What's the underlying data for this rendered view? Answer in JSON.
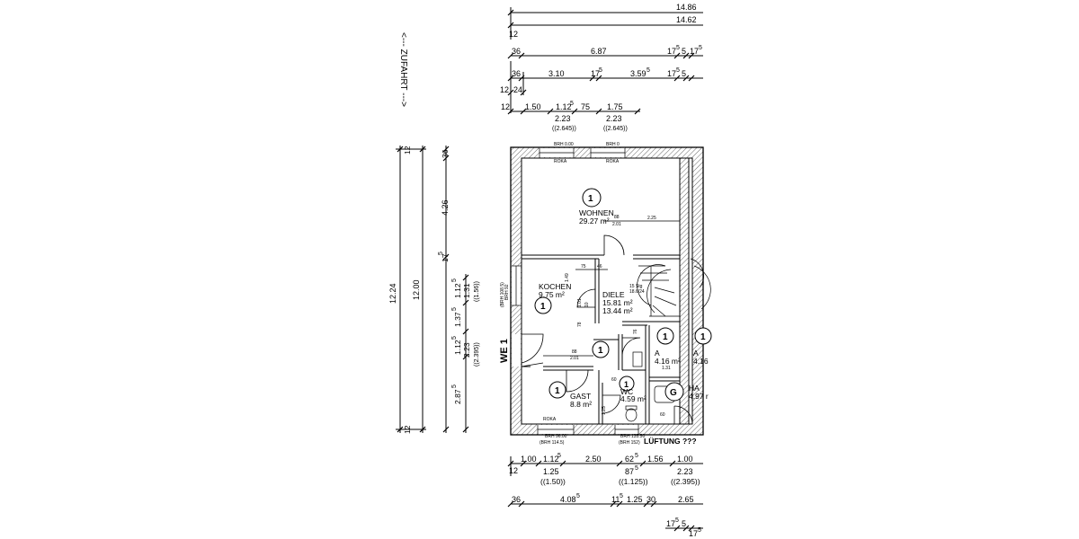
{
  "access": {
    "label": "<--- ZUFAHRT --->"
  },
  "top_dims": {
    "overall_1": "14.86",
    "overall_2": "14.62",
    "row1": [
      "36",
      "6.87",
      "17",
      "5",
      "5",
      "17",
      "5"
    ],
    "row2": [
      "36",
      "3.10",
      "17",
      "5",
      "3.59",
      "5",
      "17",
      "5",
      "5"
    ],
    "side_small": [
      "12",
      "12",
      "24"
    ],
    "row3": [
      "12",
      "1.50",
      "1.12",
      "5",
      "75",
      "1.75"
    ],
    "window_widths": [
      "2.23",
      "2.23"
    ],
    "window_heights": [
      "((2.645))",
      "((2.645))"
    ]
  },
  "left_dims": {
    "overall_1": "12.24",
    "overall_2": "12.00",
    "small_top": "12",
    "small_bottom": "12",
    "segments": [
      "36",
      "4.26",
      "17",
      "5",
      "1.12",
      "5",
      "1.31",
      "((1.56))",
      "1.37",
      "5",
      "1.12",
      "5",
      "2.23",
      "((2.395))",
      "2.87",
      "5"
    ]
  },
  "unit": {
    "label": "WE 1"
  },
  "rooms": [
    {
      "number": "1",
      "name": "WOHNEN",
      "area": "29.27 m²"
    },
    {
      "number": "1",
      "name": "KOCHEN",
      "area": "9.75 m²"
    },
    {
      "number": "1",
      "name": "DIELE",
      "area": "15.81 m²",
      "area2": "13.44 m²"
    },
    {
      "number": "1",
      "name": "GAST",
      "area": "8.8 m²"
    },
    {
      "number": "1",
      "name": "WC",
      "area": "4.59 m²"
    },
    {
      "number": "1",
      "name": "A",
      "area": "4.16 m²"
    },
    {
      "number": "1",
      "name": "A",
      "area": "4.16"
    },
    {
      "number": "G",
      "name": "HA",
      "area": "4.97 r"
    }
  ],
  "annotations": {
    "brh_top": [
      "BRH 0.00",
      "BRH 0"
    ],
    "roka": "ROKA",
    "brh_left": "BRH 92",
    "brh_left2": "(BRH 108.5)",
    "brh_bottom": [
      "BRH 96.00",
      "(BRH 114.5)",
      "BRH 135.50",
      "(BRH 152)"
    ],
    "lueftung": "LÜFTUNG  ???",
    "stairs": [
      "15 Stg",
      "18.6/24"
    ],
    "openings": [
      "88",
      "2.01",
      "2.25",
      "75",
      "46",
      "1.49",
      "88",
      "2.01",
      "60",
      "1.25",
      "1.31",
      "60"
    ],
    "small_dims": [
      "10",
      "1.01",
      "76",
      "78"
    ]
  },
  "bottom_dims": {
    "row1": [
      "12",
      "1.00",
      "1.12",
      "5",
      "2.50",
      "62",
      "5",
      "1.56",
      "1.00"
    ],
    "row1_sub": [
      "1.25",
      "((1.50))",
      "87",
      "5",
      "((1.125))",
      "2.23",
      "((2.395))"
    ],
    "row2": [
      "36",
      "4.08",
      "5",
      "11",
      "5",
      "1.25",
      "30",
      "2.65"
    ],
    "row3": [
      "17",
      "5",
      "5",
      "17",
      "5"
    ]
  },
  "colors": {
    "ink": "#000000",
    "paper": "#ffffff"
  }
}
